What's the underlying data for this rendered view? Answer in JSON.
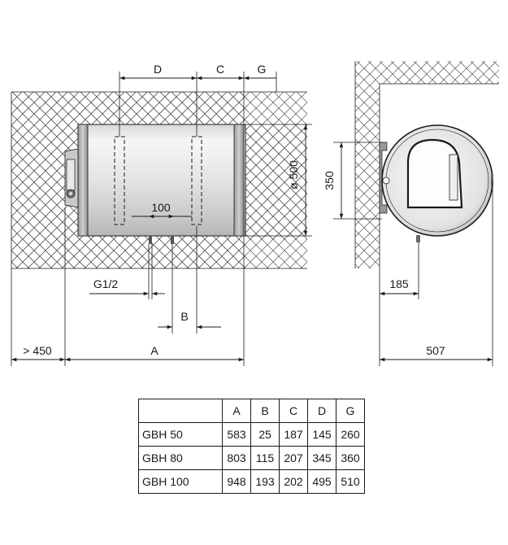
{
  "dimension_labels": {
    "D": "D",
    "C": "C",
    "G": "G",
    "diameter": "ø 500",
    "spacing": "100",
    "inlet": "G1/2",
    "B": "B",
    "clearance": "> 450",
    "A": "A",
    "bracket_height": "350",
    "side_offset": "185",
    "depth": "507"
  },
  "table": {
    "headers": [
      "",
      "A",
      "B",
      "C",
      "D",
      "G"
    ],
    "rows": [
      {
        "model": "GBH 50",
        "values": [
          "583",
          "25",
          "187",
          "145",
          "260"
        ]
      },
      {
        "model": "GBH 80",
        "values": [
          "803",
          "115",
          "207",
          "345",
          "360"
        ]
      },
      {
        "model": "GBH 100",
        "values": [
          "948",
          "193",
          "202",
          "495",
          "510"
        ]
      }
    ]
  }
}
